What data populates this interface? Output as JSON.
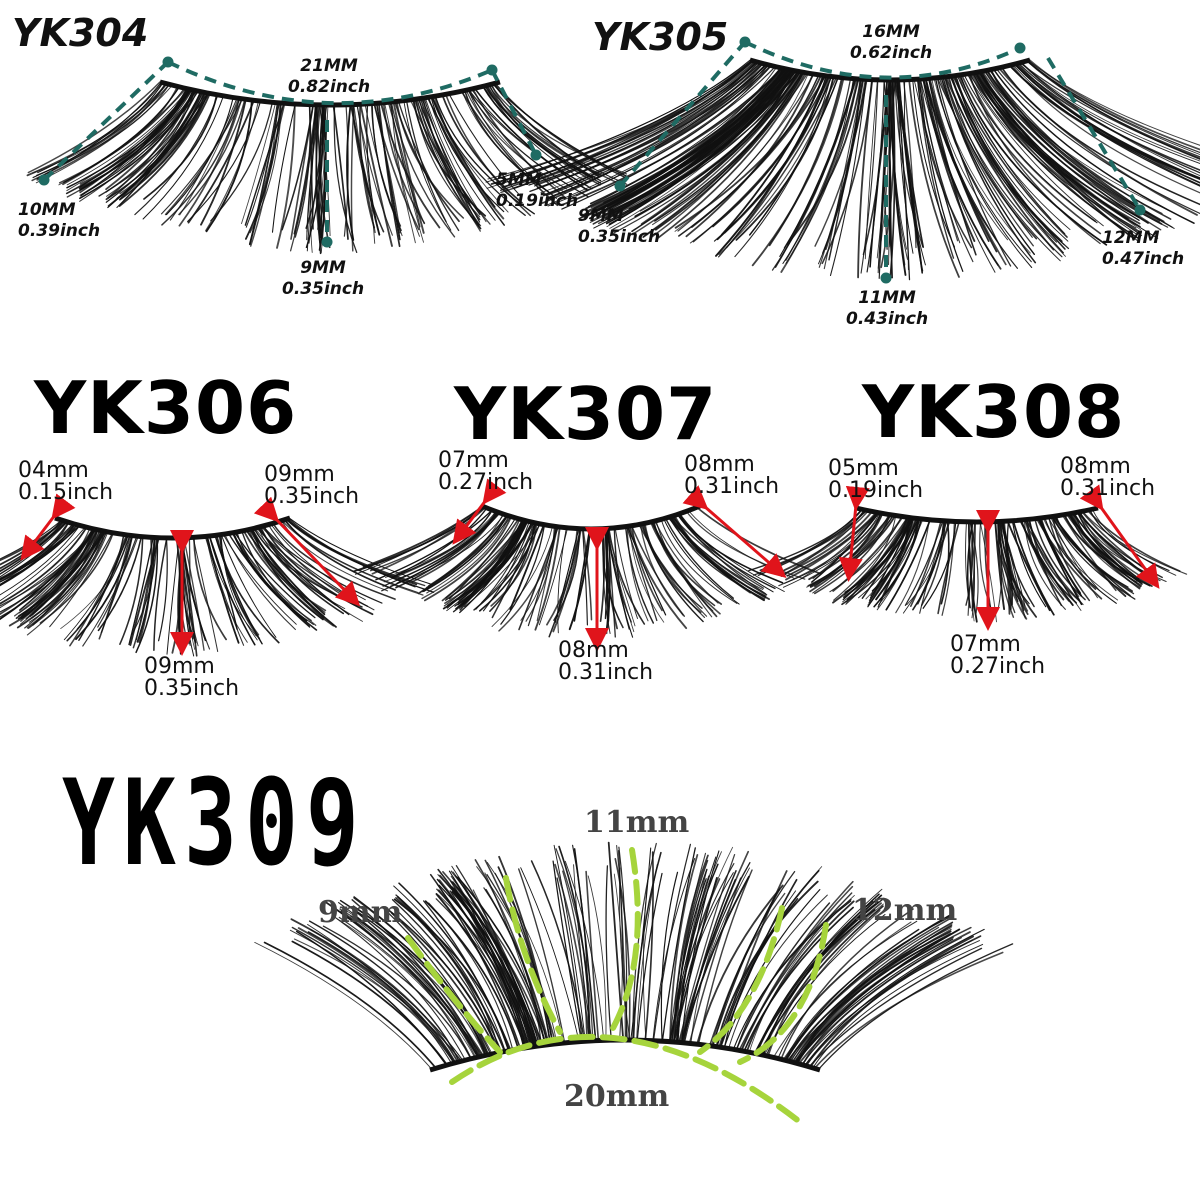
{
  "products": {
    "yk304": {
      "title": "YK304",
      "left": {
        "mm": "10MM",
        "inch": "0.39inch"
      },
      "top": {
        "mm": "21MM",
        "inch": "0.82inch"
      },
      "middle": {
        "mm": "9MM",
        "inch": "0.35inch"
      },
      "right": {
        "mm": "5MM",
        "inch": "0.19inch"
      }
    },
    "yk305": {
      "title": "YK305",
      "left": {
        "mm": "9MM",
        "inch": "0.35inch"
      },
      "top": {
        "mm": "16MM",
        "inch": "0.62inch"
      },
      "middle": {
        "mm": "11MM",
        "inch": "0.43inch"
      },
      "right": {
        "mm": "12MM",
        "inch": "0.47inch"
      }
    },
    "yk306": {
      "title": "YK306",
      "left": {
        "mm": "04mm",
        "inch": "0.15inch"
      },
      "right": {
        "mm": "09mm",
        "inch": "0.35inch"
      },
      "middle": {
        "mm": "09mm",
        "inch": "0.35inch"
      }
    },
    "yk307": {
      "title": "YK307",
      "left": {
        "mm": "07mm",
        "inch": "0.27inch"
      },
      "right": {
        "mm": "08mm",
        "inch": "0.31inch"
      },
      "middle": {
        "mm": "08mm",
        "inch": "0.31inch"
      }
    },
    "yk308": {
      "title": "YK308",
      "left": {
        "mm": "05mm",
        "inch": "0.19inch"
      },
      "right": {
        "mm": "08mm",
        "inch": "0.31inch"
      },
      "middle": {
        "mm": "07mm",
        "inch": "0.27inch"
      }
    },
    "yk309": {
      "title": "YK309",
      "left": "9mm",
      "top": "11mm",
      "right": "12mm",
      "bottom": "20mm"
    }
  },
  "colors": {
    "teal_marker": "#1f6b63",
    "red_arrow": "#e0141b",
    "green_dash": "#a6d43c",
    "lash_black": "#111111"
  }
}
